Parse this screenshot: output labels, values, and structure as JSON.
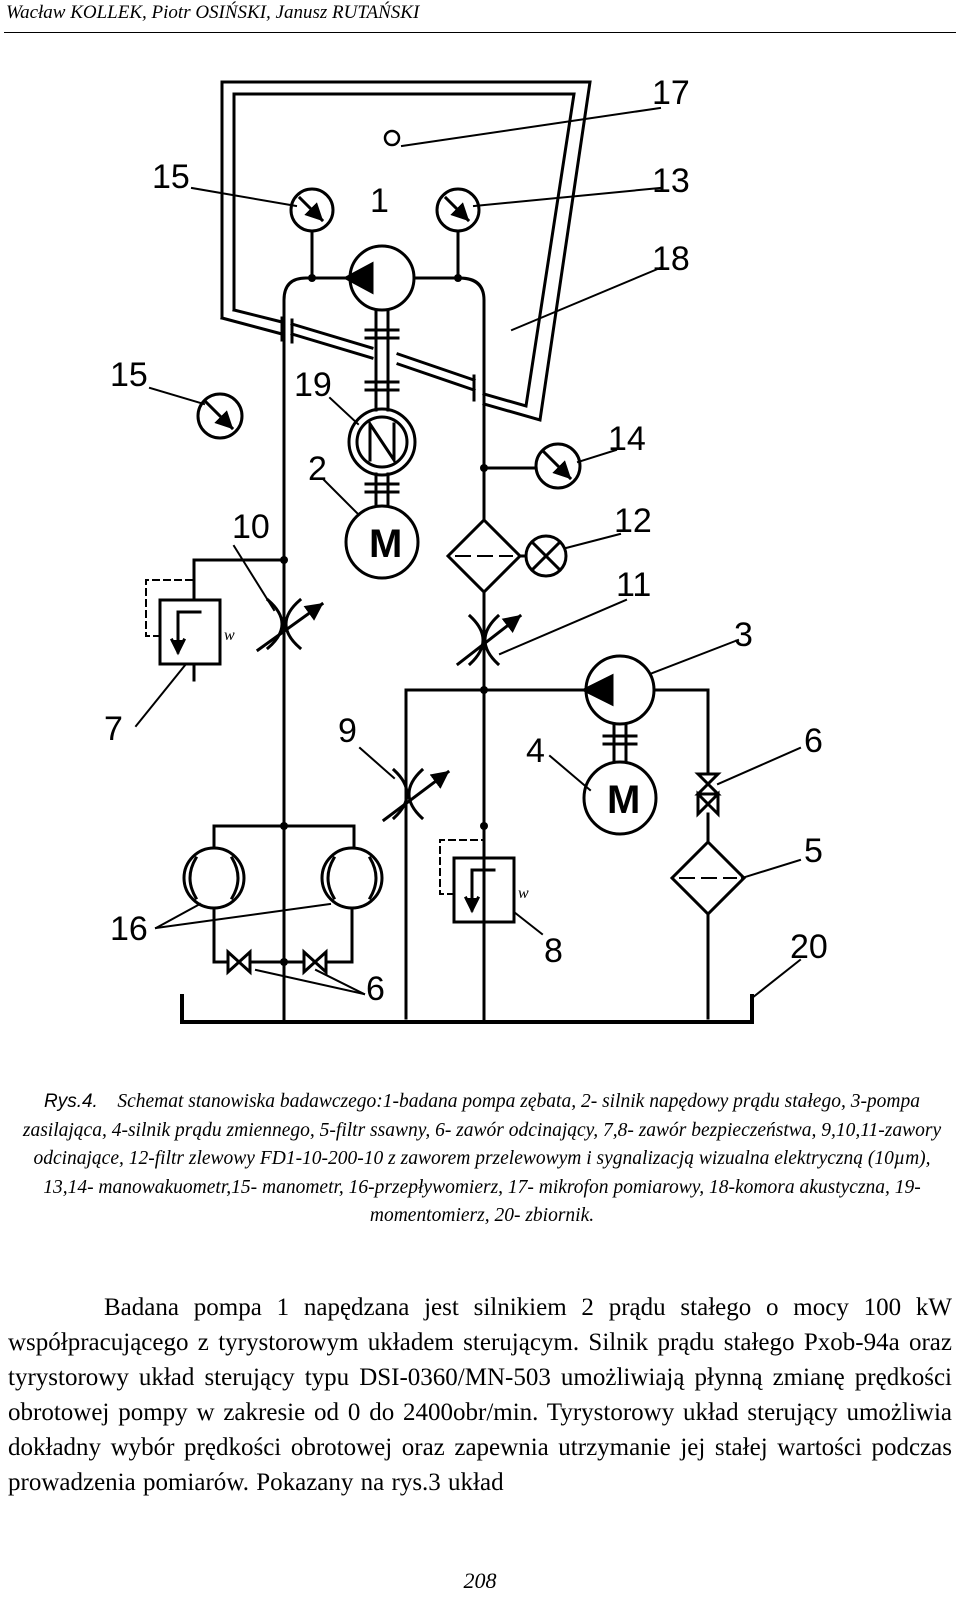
{
  "header": {
    "authors": "Wacław KOLLEK, Piotr OSIŃSKI, Janusz RUTAŃSKI"
  },
  "diagram": {
    "labels": {
      "l1": "1",
      "l2": "2",
      "l3": "3",
      "l4": "4",
      "l5": "5",
      "l6a": "6",
      "l6b": "6",
      "l7": "7",
      "l8": "8",
      "l9": "9",
      "l10": "10",
      "l11": "11",
      "l12": "12",
      "l13": "13",
      "l14": "14",
      "l15a": "15",
      "l15b": "15",
      "l16": "16",
      "l17": "17",
      "l18": "18",
      "l19": "19",
      "l20": "20"
    },
    "motor_letter": "M",
    "valve_spring_letter": "w"
  },
  "caption": {
    "label": "Rys.4.",
    "text": "Schemat stanowiska badawczego:1-badana pompa zębata, 2- silnik napędowy prądu stałego, 3-pompa zasilająca, 4-silnik prądu zmiennego, 5-filtr ssawny, 6- zawór odcinający, 7,8- zawór bezpieczeństwa, 9,10,11-zawory odcinające, 12-filtr zlewowy FD1-10-200-10 z zaworem przelewowym i sygnalizacją wizualna elektryczną (10µm), 13,14- manowakuometr,15- manometr, 16-przepływomierz, 17- mikrofon pomiarowy, 18-komora akustyczna, 19-momentomierz, 20- zbiornik."
  },
  "body": {
    "paragraph": "Badana pompa 1 napędzana jest silnikiem 2 prądu stałego o mocy 100 kW współpracującego z tyrystorowym układem sterującym. Silnik prądu stałego Pxob-94a oraz tyrystorowy układ sterujący typu DSI-0360/MN-503 umożliwiają płynną zmianę prędkości obrotowej pompy w zakresie od 0 do 2400obr/min. Tyrystorowy układ sterujący umożliwia dokładny wybór prędkości obrotowej oraz zapewnia utrzymanie jej stałej wartości podczas prowadzenia pomiarów. Pokazany na rys.3 układ"
  },
  "page": {
    "number": "208"
  }
}
